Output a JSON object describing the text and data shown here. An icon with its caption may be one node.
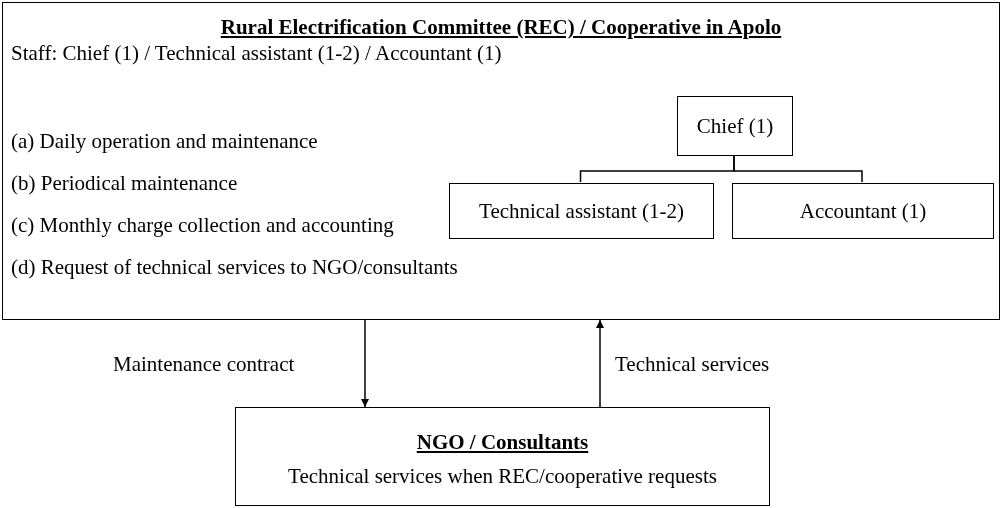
{
  "diagram": {
    "nodes": [
      {
        "text": [
          "Rural Electrification Committee (REC) / Cooperative in Apolo",
          "Staff: Chief (1) / Technical assistant (1-2) / Accountant (1)",
          "(a) Daily operation and maintenance",
          "(b) Periodical maintenance",
          "(c) Monthly charge collection and accounting",
          "(d) Request of technical services to NGO/consultants"
        ]
      },
      {
        "text": [
          "Chief (1)"
        ],
        "in": 0
      },
      {
        "text": [
          "Technical assistant (1-2)"
        ],
        "in": 0
      },
      {
        "text": [
          "Accountant (1)"
        ],
        "in": 0
      },
      {
        "text": [
          "NGO / Consultants",
          "Technical services when REC/cooperative requests"
        ]
      }
    ],
    "edges": [
      {
        "from": 1,
        "to": 2,
        "arrow": "none"
      },
      {
        "from": 1,
        "to": 3,
        "arrow": "none"
      },
      {
        "from": 0,
        "to": 4,
        "arrow": "to",
        "label": "Maintenance contract"
      },
      {
        "from": 4,
        "to": 0,
        "arrow": "to",
        "label": "Technical services"
      }
    ]
  }
}
